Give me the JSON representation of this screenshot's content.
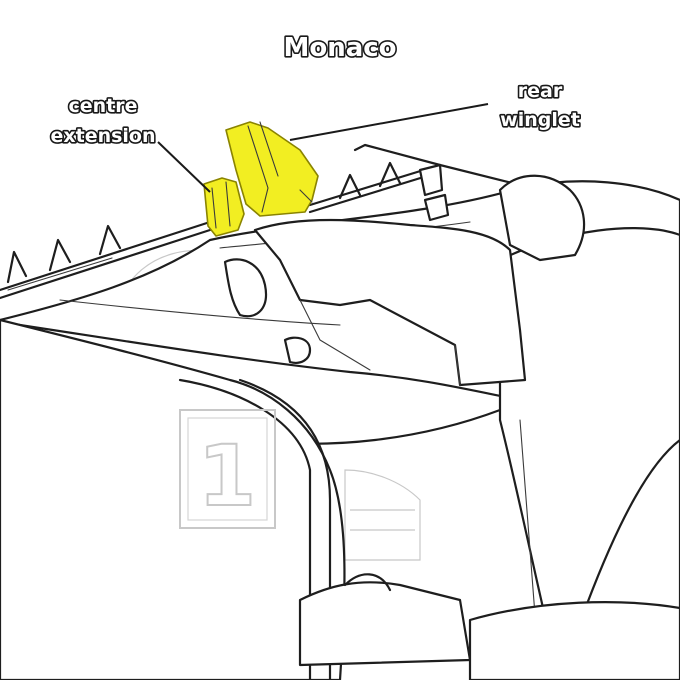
{
  "title": "Monaco",
  "labels": {
    "centre_extension": [
      "centre",
      "extension"
    ],
    "rear_winglet": [
      "rear",
      "winglet"
    ]
  },
  "colors": {
    "highlight": "#f2ee22",
    "outline": "#1e1e1e",
    "ghost": "#c8c8c8",
    "background": "#ffffff"
  },
  "number_panel": "1"
}
